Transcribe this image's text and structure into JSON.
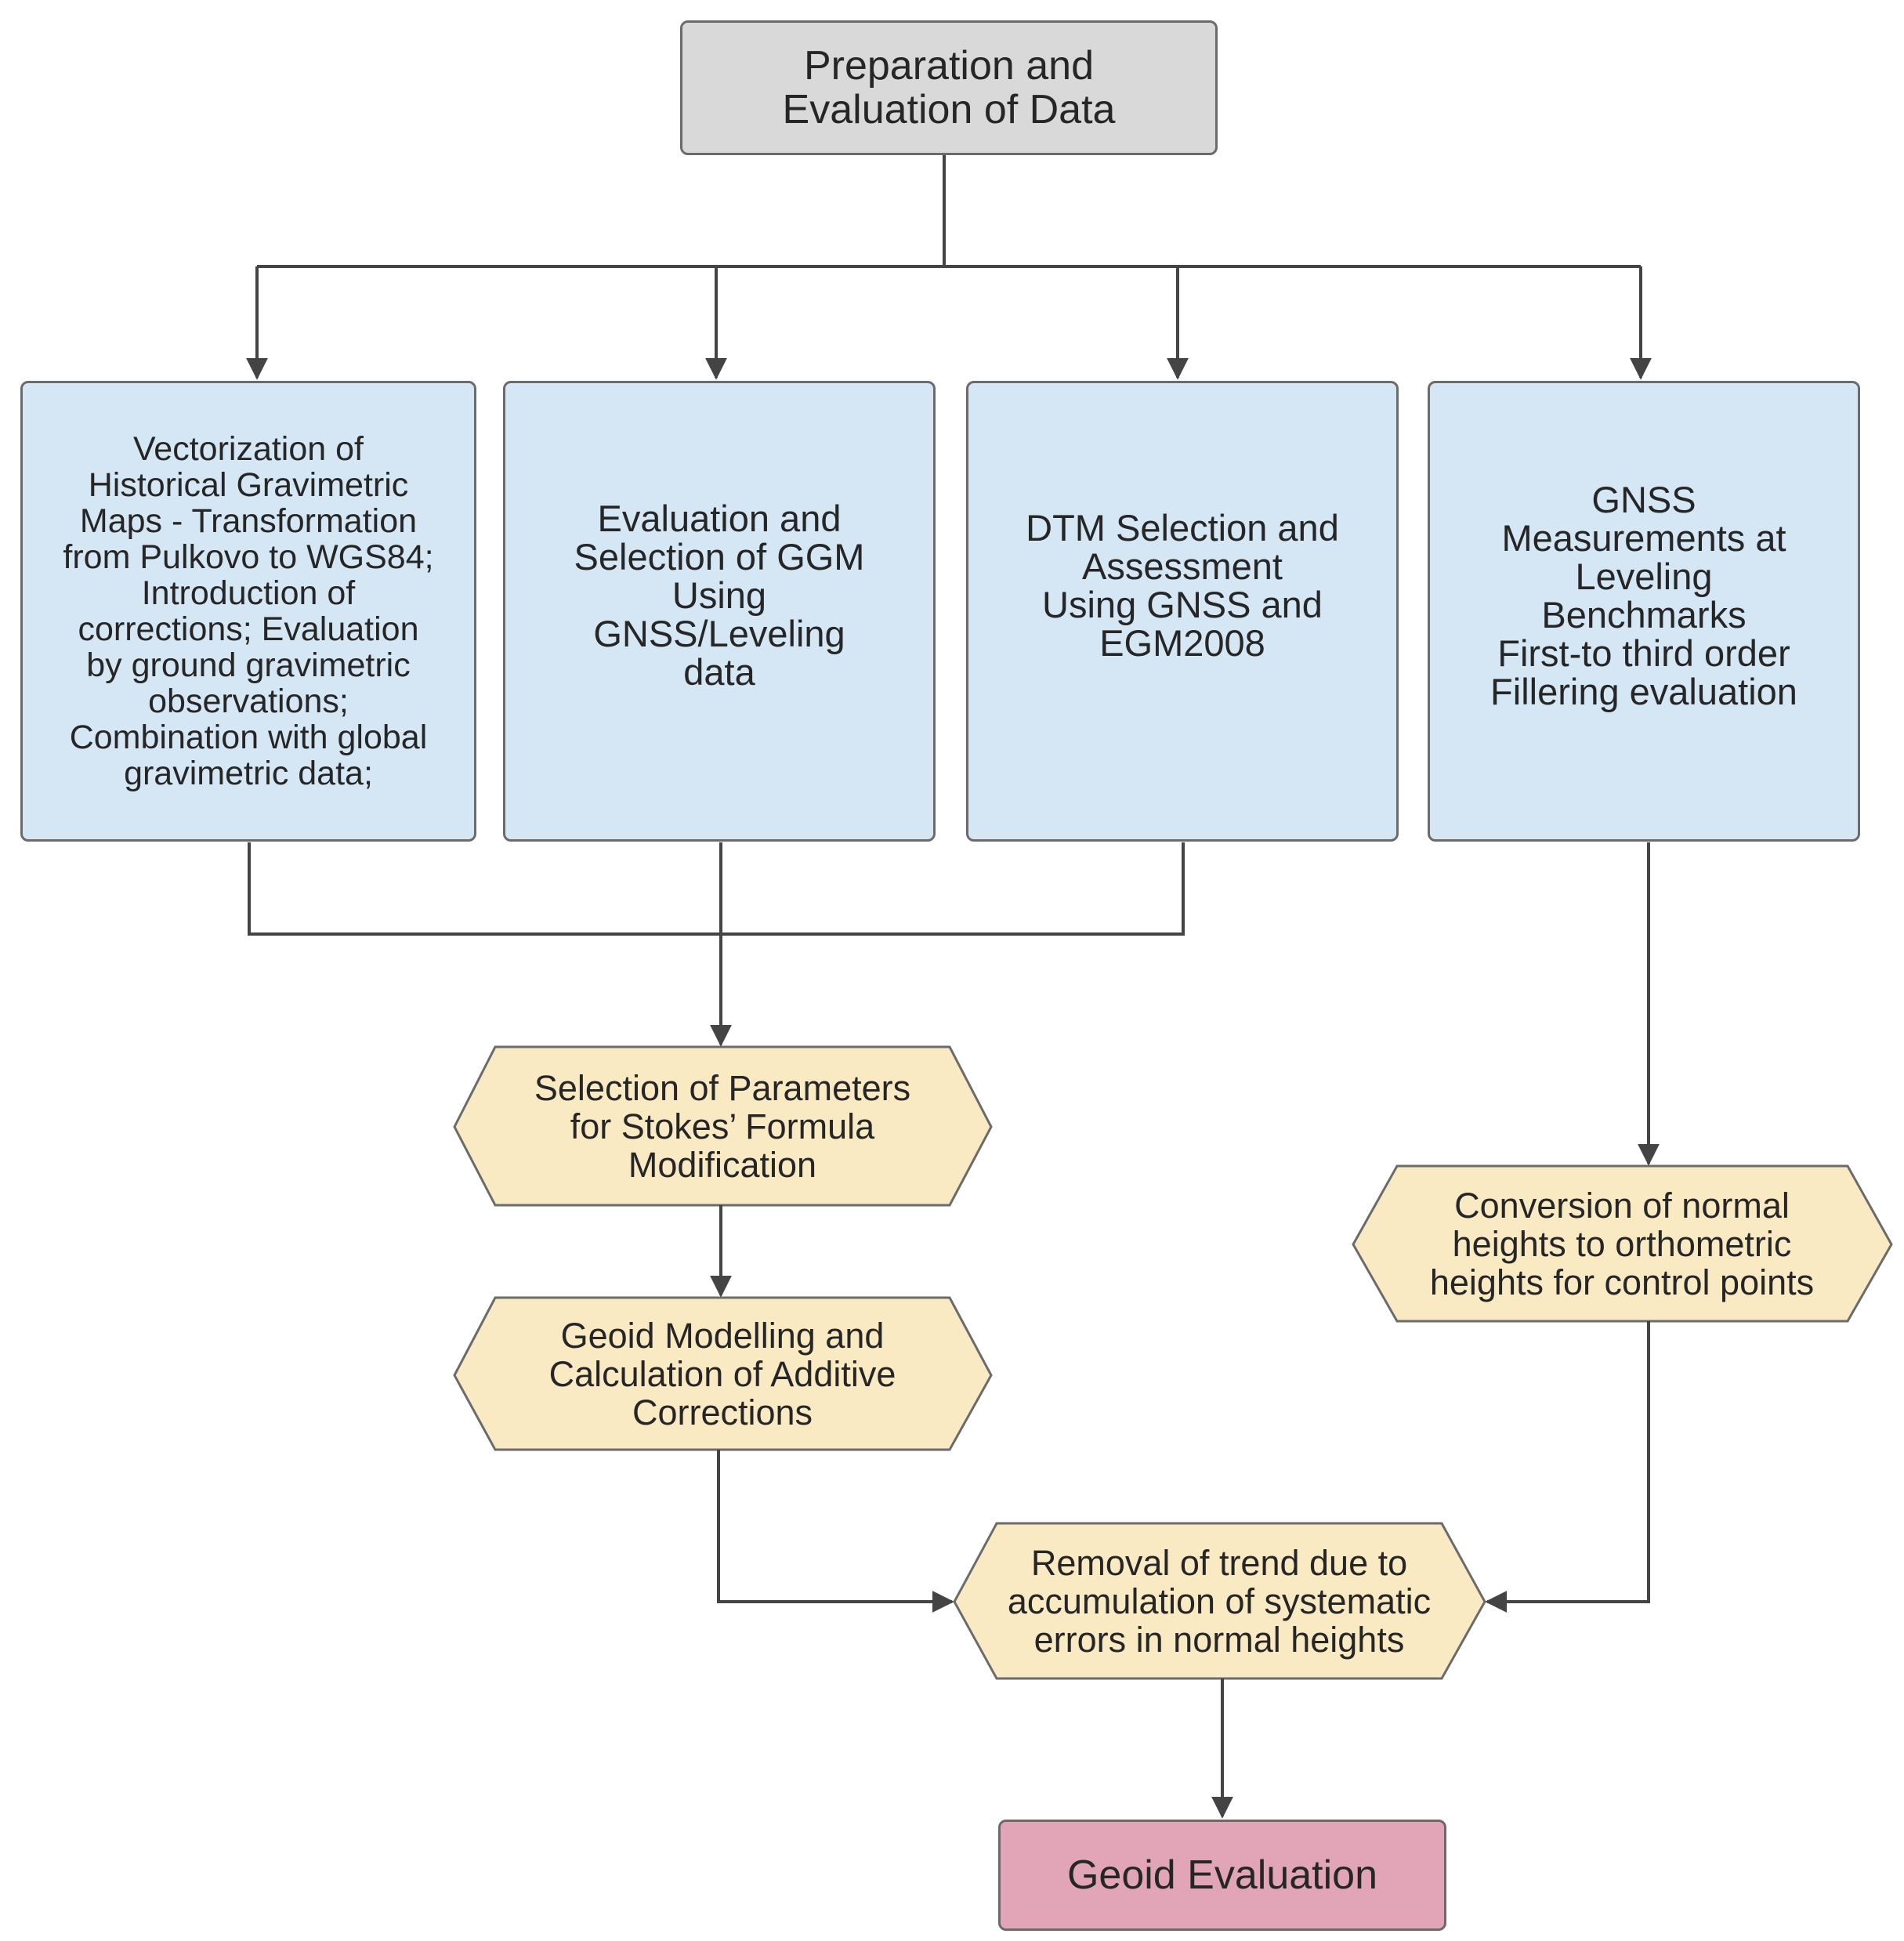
{
  "diagram": {
    "colors": {
      "top_box": "#d9d9d9",
      "data_box": "#d5e6f5",
      "process_hexagon": "#faeac4",
      "final_box": "#e2a5b7",
      "line": "#444444"
    },
    "nodes": {
      "prep": {
        "text": "Preparation and\nEvaluation of Data"
      },
      "vectorization": {
        "text": "Vectorization of\nHistorical Gravimetric\nMaps - Transformation\nfrom Pulkovo to WGS84;\nIntroduction of\ncorrections; Evaluation\nby ground gravimetric\nobservations;\nCombination with global\ngravimetric data;"
      },
      "ggm": {
        "text": "Evaluation and\nSelection of GGM\nUsing\nGNSS/Leveling\ndata"
      },
      "dtm": {
        "text": "DTM Selection and\nAssessment\nUsing GNSS and\nEGM2008"
      },
      "gnss": {
        "text": "GNSS\nMeasurements at\nLeveling\nBenchmarks\nFirst-to third order\nFillering evaluation"
      },
      "stokes": {
        "text": "Selection of Parameters\nfor Stokes’ Formula\nModification"
      },
      "geoid_modelling": {
        "text": "Geoid Modelling and\nCalculation of Additive\nCorrections"
      },
      "conversion": {
        "text": "Conversion of normal\nheights to orthometric\nheights for control points"
      },
      "trend": {
        "text": "Removal of trend due to\naccumulation of systematic\nerrors in normal heights"
      },
      "final": {
        "text": "Geoid Evaluation"
      }
    }
  }
}
